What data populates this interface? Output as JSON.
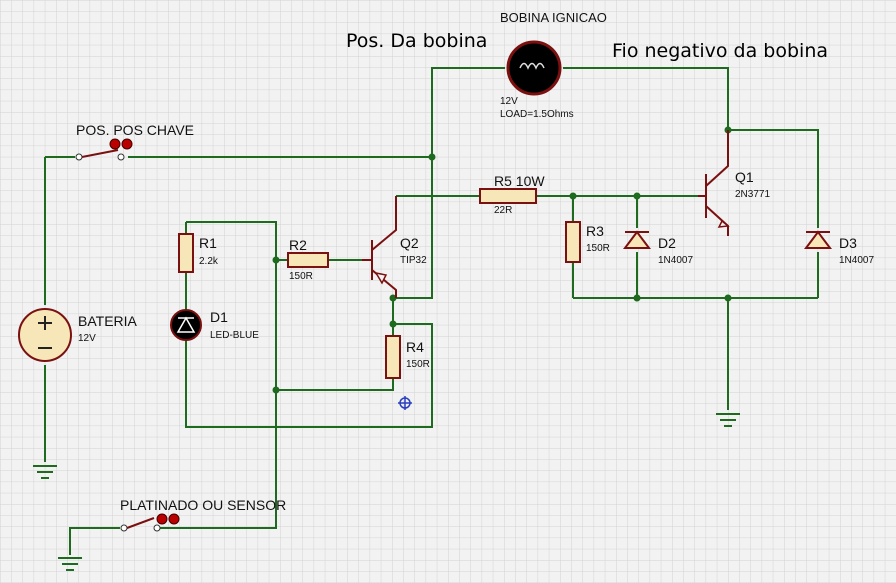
{
  "labels": {
    "bobina_title": "BOBINA IGNICAO",
    "pos_bobina": "Pos. Da bobina",
    "fio_negativo": "Fio negativo da bobina",
    "bobina_voltage": "12V",
    "bobina_load": "LOAD=1.5Ohms",
    "pos_chave": "POS. POS CHAVE",
    "platinado": "PLATINADO OU SENSOR",
    "bateria": "BATERIA",
    "bateria_v": "12V"
  },
  "components": {
    "r1": {
      "name": "R1",
      "value": "2.2k"
    },
    "r2": {
      "name": "R2",
      "value": "150R"
    },
    "r3": {
      "name": "R3",
      "value": "150R"
    },
    "r4": {
      "name": "R4",
      "value": "150R"
    },
    "r5": {
      "name": "R5 10W",
      "value": "22R"
    },
    "d1": {
      "name": "D1",
      "value": "LED-BLUE"
    },
    "d2": {
      "name": "D2",
      "value": "1N4007"
    },
    "d3": {
      "name": "D3",
      "value": "1N4007"
    },
    "q1": {
      "name": "Q1",
      "value": "2N3771"
    },
    "q2": {
      "name": "Q2",
      "value": "TIP32"
    }
  },
  "colors": {
    "wire": "#1e6a1e",
    "component": "#7a1010",
    "grid": "#cfcfcf",
    "background": "#f2f2f2"
  }
}
